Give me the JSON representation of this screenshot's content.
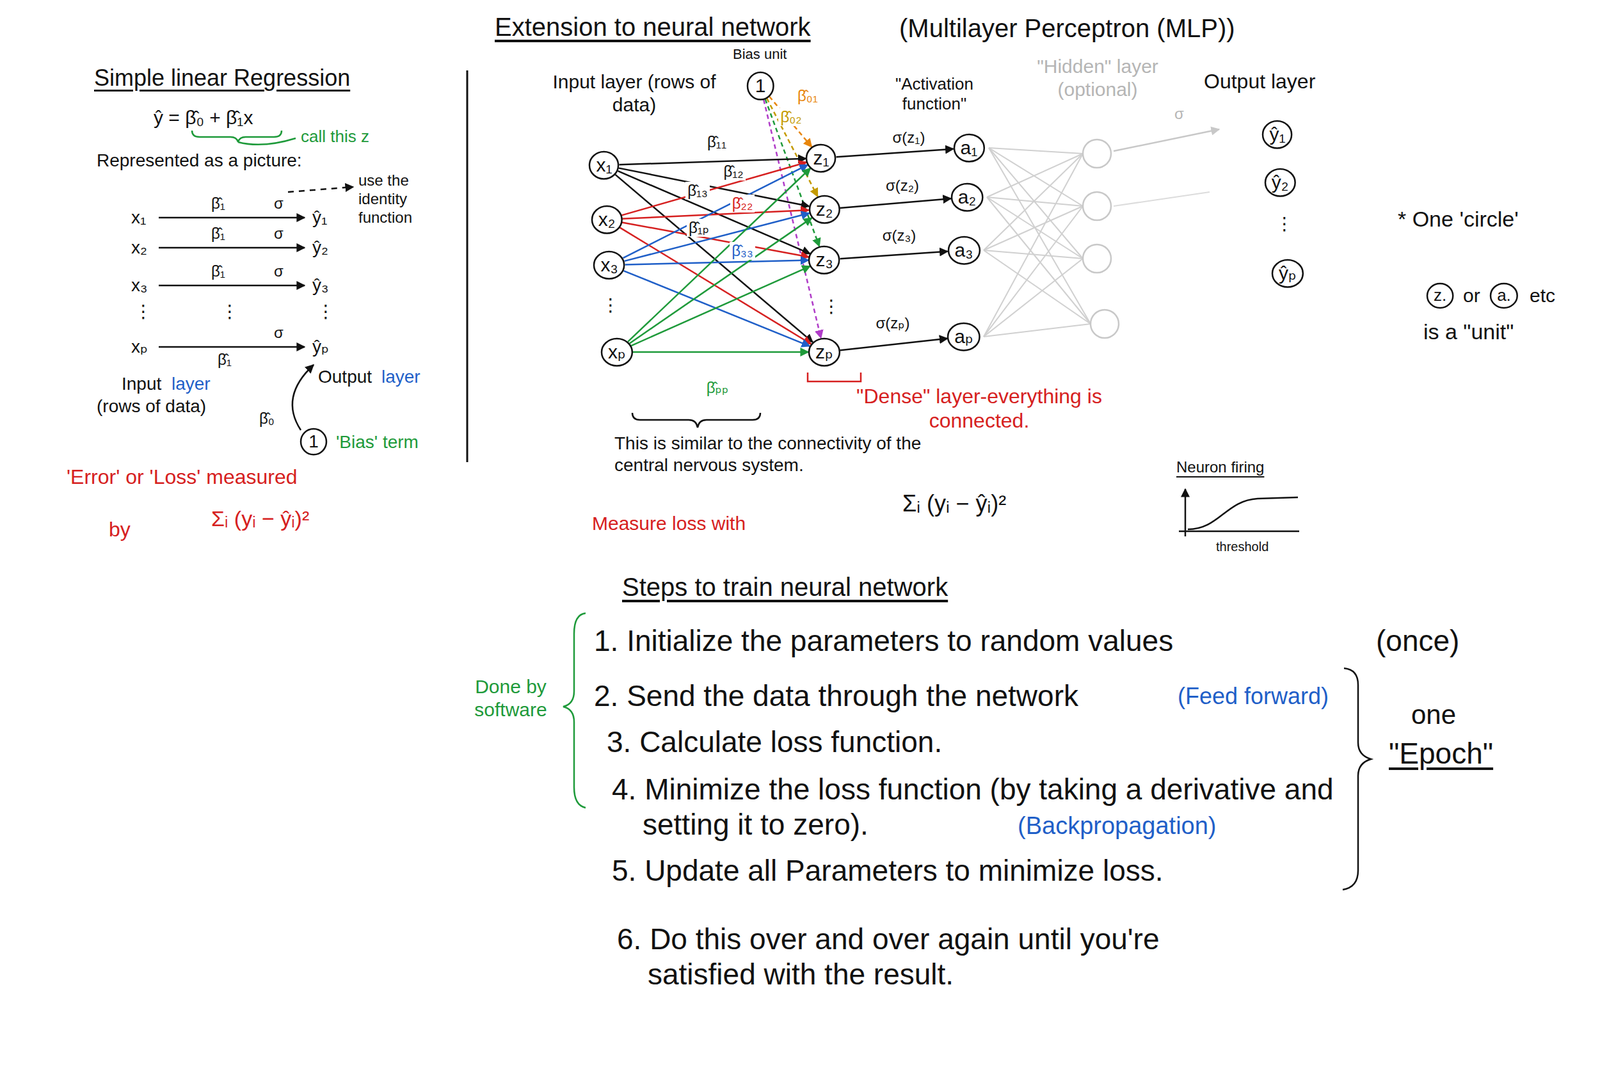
{
  "diagram": {
    "nodes": [
      {
        "text": [
          "1"
        ]
      },
      {
        "text": [
          "1"
        ]
      },
      {
        "text": [
          "x₁"
        ]
      },
      {
        "text": [
          "x₂"
        ]
      },
      {
        "text": [
          "x₃"
        ]
      },
      {
        "text": [
          "xₚ"
        ]
      },
      {
        "text": [
          "z₁"
        ]
      },
      {
        "text": [
          "z₂"
        ]
      },
      {
        "text": [
          "z₃"
        ]
      },
      {
        "text": [
          "zₚ"
        ]
      },
      {
        "text": [
          "a₁"
        ]
      },
      {
        "text": [
          "a₂"
        ]
      },
      {
        "text": [
          "a₃"
        ]
      },
      {
        "text": [
          "aₚ"
        ]
      },
      {
        "text": [
          "ŷ₁"
        ]
      },
      {
        "text": [
          "ŷ₂"
        ]
      },
      {
        "text": [
          "ŷₚ"
        ]
      },
      {
        "text": [
          "z."
        ]
      },
      {
        "text": [
          "a."
        ]
      }
    ],
    "edges": [
      {
        "from": 1,
        "to": 6,
        "arrow": "to",
        "label": "β̂₀₁"
      },
      {
        "from": 1,
        "to": 7,
        "arrow": "to",
        "label": "β̂₀₂"
      },
      {
        "from": 1,
        "to": 8,
        "arrow": "to"
      },
      {
        "from": 1,
        "to": 9,
        "arrow": "to"
      },
      {
        "from": 2,
        "to": 6,
        "arrow": "to",
        "label": "β̂₁₁"
      },
      {
        "from": 2,
        "to": 7,
        "arrow": "to",
        "label": "β̂₁₂"
      },
      {
        "from": 2,
        "to": 8,
        "arrow": "to",
        "label": "β̂₁₃"
      },
      {
        "from": 2,
        "to": 9,
        "arrow": "to",
        "label": "β̂₁ₚ"
      },
      {
        "from": 3,
        "to": 6,
        "arrow": "to"
      },
      {
        "from": 3,
        "to": 7,
        "arrow": "to",
        "label": "β̂₂₂"
      },
      {
        "from": 3,
        "to": 8,
        "arrow": "to"
      },
      {
        "from": 3,
        "to": 9,
        "arrow": "to"
      },
      {
        "from": 4,
        "to": 6,
        "arrow": "to"
      },
      {
        "from": 4,
        "to": 7,
        "arrow": "to"
      },
      {
        "from": 4,
        "to": 8,
        "arrow": "to",
        "label": "β̂₃₃"
      },
      {
        "from": 4,
        "to": 9,
        "arrow": "to"
      },
      {
        "from": 5,
        "to": 6,
        "arrow": "to"
      },
      {
        "from": 5,
        "to": 7,
        "arrow": "to"
      },
      {
        "from": 5,
        "to": 8,
        "arrow": "to"
      },
      {
        "from": 5,
        "to": 9,
        "arrow": "to",
        "label": "β̂ₚₚ"
      },
      {
        "from": 6,
        "to": 10,
        "arrow": "to",
        "label": "σ(z₁)"
      },
      {
        "from": 7,
        "to": 11,
        "arrow": "to",
        "label": "σ(z₂)"
      },
      {
        "from": 8,
        "to": 12,
        "arrow": "to",
        "label": "σ(z₃)"
      },
      {
        "from": 9,
        "to": 13,
        "arrow": "to",
        "label": "σ(zₚ)"
      }
    ],
    "labels": [
      "Simple linear Regression",
      "ŷ = β̂₀ + β̂₁x",
      "call this z",
      "Represented as a picture:",
      "x₁",
      "x₂",
      "x₃",
      "⋮",
      "xₚ",
      "β̂₁",
      "β̂₁",
      "β̂₁",
      "β̂₁",
      "σ",
      "σ",
      "σ",
      "⋮",
      "σ",
      "ŷ₁",
      "ŷ₂",
      "ŷ₃",
      "⋮",
      "ŷₚ",
      "use the identity function",
      "Input",
      "layer",
      "(rows of data)",
      "Output",
      "layer",
      "β̂₀",
      "'Bias' term",
      "'Error' or 'Loss' measured",
      "by",
      "Σᵢ (yᵢ − ŷᵢ)²",
      "Extension to neural network",
      "(Multilayer Perceptron (MLP))",
      "Bias unit",
      "Input layer (rows of data)",
      "\"Activation function\"",
      "\"Hidden\" layer (optional)",
      "σ",
      "Output layer",
      "⋮",
      "⋮",
      "⋮",
      "* One 'circle'",
      "or",
      "etc",
      "is a \"unit\"",
      "\"Dense\" layer-everything is connected.",
      "This is similar to the connectivity of the central nervous system.",
      "Measure loss with",
      "Σᵢ (yᵢ − ŷᵢ)²",
      "Neuron firing",
      "threshold",
      "Steps to train neural network",
      "1. Initialize the parameters to random values",
      "(once)",
      "2. Send the data through the network",
      "(Feed forward)",
      "3. Calculate loss function.",
      "4. Minimize the loss function (by taking a derivative and setting it to zero).",
      "(Backpropagation)",
      "5. Update all Parameters to minimize loss.",
      "6. Do this over and over again until you're satisfied with the result.",
      "Done by software",
      "one",
      "\"Epoch\""
    ]
  }
}
